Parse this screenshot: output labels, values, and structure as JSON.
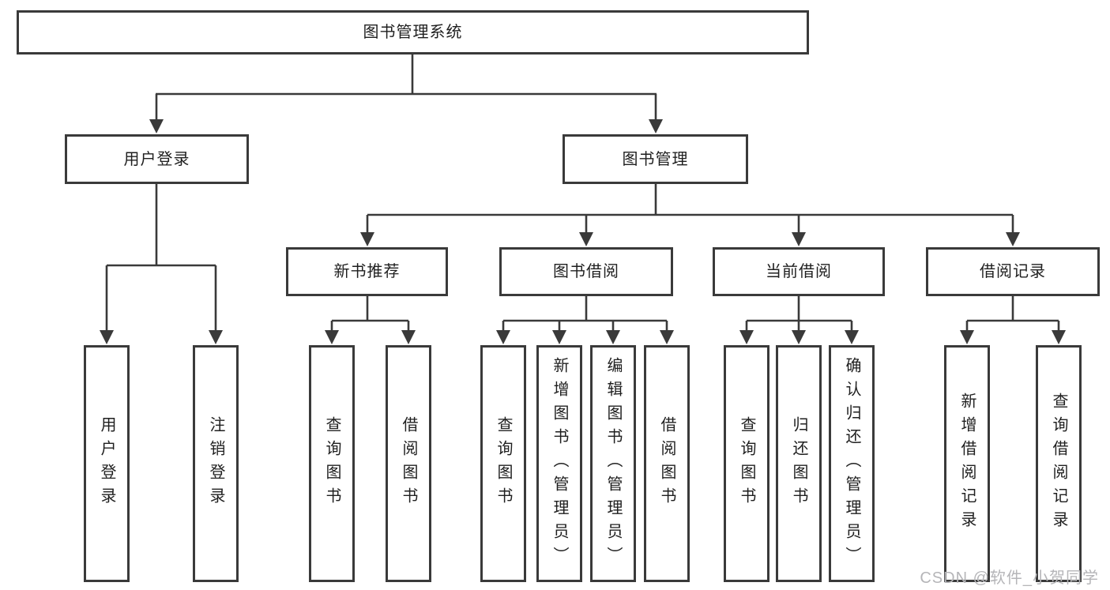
{
  "tree": {
    "root": "图书管理系统",
    "children": [
      {
        "label": "用户登录",
        "children": [
          "用户登录",
          "注销登录"
        ]
      },
      {
        "label": "图书管理",
        "children": [
          {
            "label": "新书推荐",
            "children": [
              "查询图书",
              "借阅图书"
            ]
          },
          {
            "label": "图书借阅",
            "children": [
              "查询图书",
              "新增图书（管理员）",
              "编辑图书（管理员）",
              "借阅图书"
            ]
          },
          {
            "label": "当前借阅",
            "children": [
              "查询图书",
              "归还图书",
              "确认归还（管理员）"
            ]
          },
          {
            "label": "借阅记录",
            "children": [
              "新增借阅记录",
              "查询借阅记录"
            ]
          }
        ]
      }
    ]
  },
  "watermark": "CSDN @软件_小贺同学",
  "colors": {
    "line": "#3a3a3a",
    "text": "#1f1f1f",
    "background": "#ffffff",
    "watermark": "#b5b5b8"
  }
}
